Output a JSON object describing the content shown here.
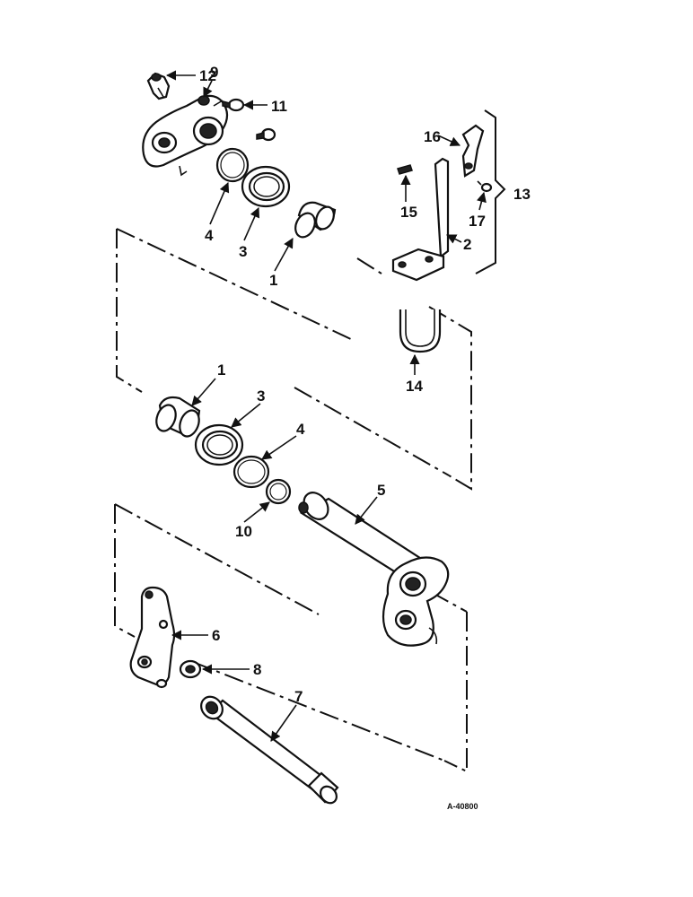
{
  "labels": {
    "l1a": "1",
    "l1b": "1",
    "l2": "2",
    "l3a": "3",
    "l3b": "3",
    "l4a": "4",
    "l4b": "4",
    "l5": "5",
    "l6": "6",
    "l7": "7",
    "l8": "8",
    "l9": "9",
    "l10": "10",
    "l11": "11",
    "l12": "12",
    "l13": "13",
    "l14": "14",
    "l15": "15",
    "l16": "16",
    "l17": "17"
  },
  "figure_code": "A-40800"
}
